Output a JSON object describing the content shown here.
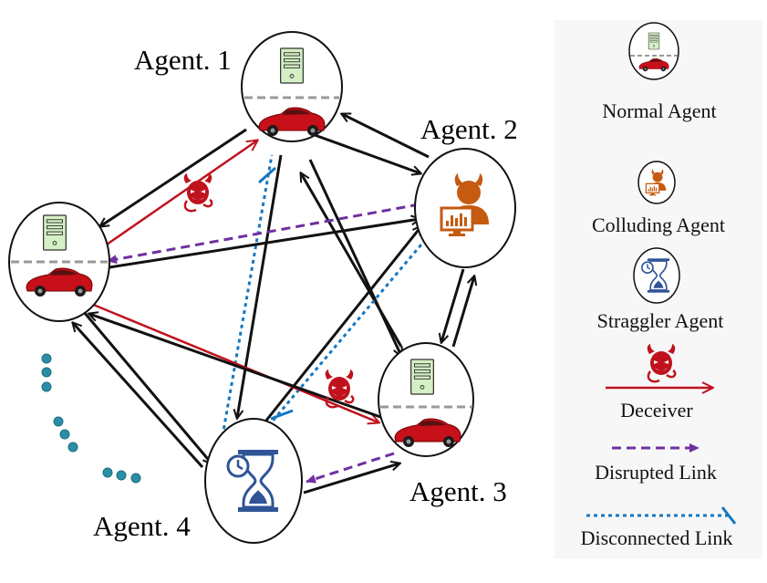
{
  "agents": {
    "agent1": {
      "label": "Agent. 1",
      "type": "normal"
    },
    "agent2": {
      "label": "Agent. 2",
      "type": "colluding"
    },
    "agent3": {
      "label": "Agent. 3",
      "type": "normal"
    },
    "agent4": {
      "label": "Agent. 4",
      "type": "straggler"
    },
    "agent5": {
      "label": "",
      "type": "normal"
    }
  },
  "legend": {
    "normal": "Normal Agent",
    "colluding": "Colluding Agent",
    "straggler": "Straggler Agent",
    "deceiver": "Deceiver",
    "disrupted": "Disrupted Link",
    "disconnected": "Disconnected Link"
  },
  "colors": {
    "normal_link": "#111111",
    "deceiver": "#c0121d",
    "disrupted": "#7030a0",
    "disconnected": "#1577c0",
    "ellipsis_dots": "#2a8fa6",
    "colluding_icon": "#c55a11",
    "straggler_icon": "#2f5597",
    "server_fill": "#d5f0c4",
    "car_body": "#c8101a",
    "legend_bg": "#f7f7f7"
  },
  "icons": {
    "server": "server-icon",
    "car": "car-icon",
    "colluding": "devil-user-icon",
    "straggler": "hourglass-clock-icon",
    "deceiver": "devil-icon"
  }
}
